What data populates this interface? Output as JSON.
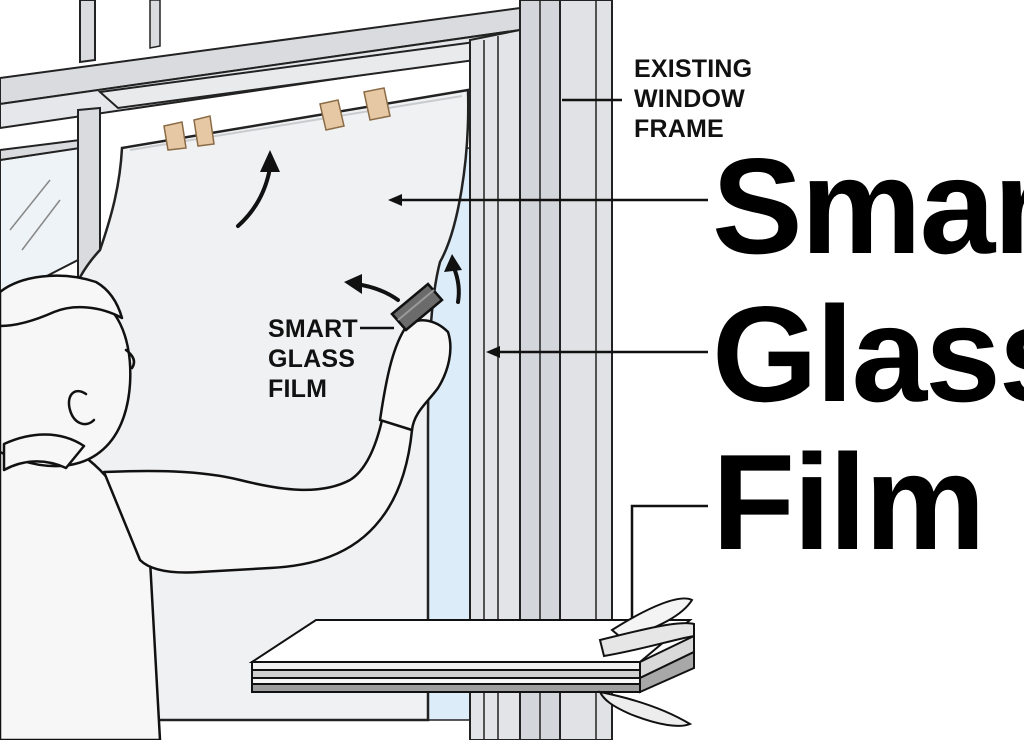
{
  "labels": {
    "frame_callout": [
      "EXISTING",
      "WINDOW",
      "FRAME"
    ],
    "film_callout": [
      "SMART",
      "GLASS",
      "FILM"
    ]
  },
  "headline": [
    "Smart",
    "Glass",
    "Film"
  ],
  "colors": {
    "ink": "#111111",
    "frame_gray": "#d9dbde",
    "film_white": "#f0f1f2",
    "glass_blue": "#dcecf8",
    "tape": "#e6c9a4",
    "squeegee": "#6b6b6b"
  }
}
